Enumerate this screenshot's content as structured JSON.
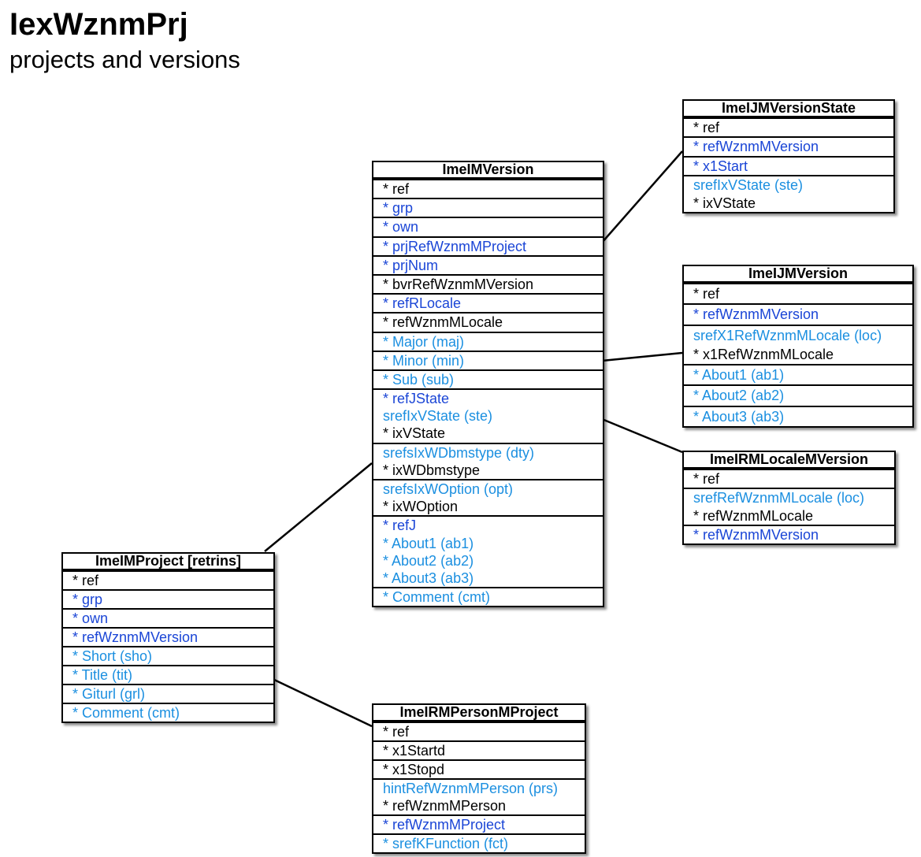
{
  "page": {
    "title": "IexWznmPrj",
    "subtitle": "projects and versions"
  },
  "colors": {
    "black": "#000000",
    "blue": "#1a45d6",
    "lightblue": "#1b8fe0"
  },
  "tables": [
    {
      "id": "t_state",
      "name": "ImeIJMVersionState",
      "groups": [
        [
          {
            "t": "* ref",
            "c": "k"
          }
        ],
        [
          {
            "t": "* refWznmMVersion",
            "c": "b"
          }
        ],
        [
          {
            "t": "* x1Start",
            "c": "b"
          }
        ],
        [
          {
            "t": "srefIxVState (ste)",
            "c": "l"
          },
          {
            "t": "* ixVState",
            "c": "k"
          }
        ]
      ]
    },
    {
      "id": "t_version",
      "name": "ImeIMVersion",
      "groups": [
        [
          {
            "t": "* ref",
            "c": "k"
          }
        ],
        [
          {
            "t": "* grp",
            "c": "b"
          }
        ],
        [
          {
            "t": "* own",
            "c": "b"
          }
        ],
        [
          {
            "t": "* prjRefWznmMProject",
            "c": "b"
          }
        ],
        [
          {
            "t": "* prjNum",
            "c": "b"
          }
        ],
        [
          {
            "t": "* bvrRefWznmMVersion",
            "c": "k"
          }
        ],
        [
          {
            "t": "* refRLocale",
            "c": "b"
          }
        ],
        [
          {
            "t": "* refWznmMLocale",
            "c": "k"
          }
        ],
        [
          {
            "t": "* Major (maj)",
            "c": "l"
          }
        ],
        [
          {
            "t": "* Minor (min)",
            "c": "l"
          }
        ],
        [
          {
            "t": "* Sub (sub)",
            "c": "l"
          }
        ],
        [
          {
            "t": "* refJState",
            "c": "b"
          },
          {
            "t": "srefIxVState (ste)",
            "c": "l"
          },
          {
            "t": "* ixVState",
            "c": "k"
          }
        ],
        [
          {
            "t": "srefsIxWDbmstype (dty)",
            "c": "l"
          },
          {
            "t": "* ixWDbmstype",
            "c": "k"
          }
        ],
        [
          {
            "t": "srefsIxWOption (opt)",
            "c": "l"
          },
          {
            "t": "* ixWOption",
            "c": "k"
          }
        ],
        [
          {
            "t": "* refJ",
            "c": "b"
          },
          {
            "t": "* About1 (ab1)",
            "c": "l"
          },
          {
            "t": "* About2 (ab2)",
            "c": "l"
          },
          {
            "t": "* About3 (ab3)",
            "c": "l"
          }
        ],
        [
          {
            "t": "* Comment (cmt)",
            "c": "l"
          }
        ]
      ]
    },
    {
      "id": "t_jmversion",
      "name": "ImeIJMVersion",
      "groups": [
        [
          {
            "t": "* ref",
            "c": "k"
          }
        ],
        [
          {
            "t": "* refWznmMVersion",
            "c": "b"
          }
        ],
        [
          {
            "t": "srefX1RefWznmMLocale (loc)",
            "c": "l"
          },
          {
            "t": "* x1RefWznmMLocale",
            "c": "k"
          }
        ],
        [
          {
            "t": "* About1 (ab1)",
            "c": "l"
          }
        ],
        [
          {
            "t": "* About2 (ab2)",
            "c": "l"
          }
        ],
        [
          {
            "t": "* About3 (ab3)",
            "c": "l"
          }
        ]
      ]
    },
    {
      "id": "t_rmlocale",
      "name": "ImeIRMLocaleMVersion",
      "groups": [
        [
          {
            "t": "* ref",
            "c": "k"
          }
        ],
        [
          {
            "t": "srefRefWznmMLocale (loc)",
            "c": "l"
          },
          {
            "t": "* refWznmMLocale",
            "c": "k"
          }
        ],
        [
          {
            "t": "* refWznmMVersion",
            "c": "b"
          }
        ]
      ]
    },
    {
      "id": "t_project",
      "name": "ImeIMProject [retrins]",
      "groups": [
        [
          {
            "t": "* ref",
            "c": "k"
          }
        ],
        [
          {
            "t": "* grp",
            "c": "b"
          }
        ],
        [
          {
            "t": "* own",
            "c": "b"
          }
        ],
        [
          {
            "t": "* refWznmMVersion",
            "c": "b"
          }
        ],
        [
          {
            "t": "* Short (sho)",
            "c": "l"
          }
        ],
        [
          {
            "t": "* Title (tit)",
            "c": "l"
          }
        ],
        [
          {
            "t": "* Giturl (grl)",
            "c": "l"
          }
        ],
        [
          {
            "t": "* Comment (cmt)",
            "c": "l"
          }
        ]
      ]
    },
    {
      "id": "t_person",
      "name": "ImeIRMPersonMProject",
      "groups": [
        [
          {
            "t": "* ref",
            "c": "k"
          }
        ],
        [
          {
            "t": "* x1Startd",
            "c": "k"
          }
        ],
        [
          {
            "t": "* x1Stopd",
            "c": "k"
          }
        ],
        [
          {
            "t": "hintRefWznmMPerson (prs)",
            "c": "l"
          },
          {
            "t": "* refWznmMPerson",
            "c": "k"
          }
        ],
        [
          {
            "t": "* refWznmMProject",
            "c": "b"
          }
        ],
        [
          {
            "t": "* srefKFunction (fct)",
            "c": "l"
          }
        ]
      ]
    }
  ],
  "links": [
    {
      "from": "t_version",
      "to": "t_state"
    },
    {
      "from": "t_version",
      "to": "t_jmversion"
    },
    {
      "from": "t_version",
      "to": "t_rmlocale"
    },
    {
      "from": "t_project",
      "to": "t_version"
    },
    {
      "from": "t_project",
      "to": "t_person"
    }
  ]
}
